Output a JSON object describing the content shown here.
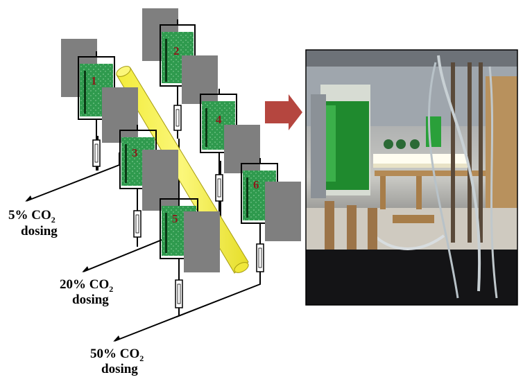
{
  "diagram": {
    "vessels": [
      {
        "number": "1"
      },
      {
        "number": "2"
      },
      {
        "number": "3"
      },
      {
        "number": "4"
      },
      {
        "number": "5"
      },
      {
        "number": "6"
      }
    ],
    "dosing_lines": [
      {
        "concentration": "5% CO",
        "subscript": "2",
        "word": "dosing"
      },
      {
        "concentration": "20% CO",
        "subscript": "2",
        "word": "dosing"
      },
      {
        "concentration": "50% CO",
        "subscript": "2",
        "word": "dosing"
      }
    ],
    "colors": {
      "culture": "#2f9a4e",
      "panel": "#7f7f7f",
      "light_tube": "#f5f04a",
      "arrow": "#b5463f",
      "lines": "#000000"
    }
  },
  "photo": {
    "description_icon": "photobioreactor-photo"
  }
}
